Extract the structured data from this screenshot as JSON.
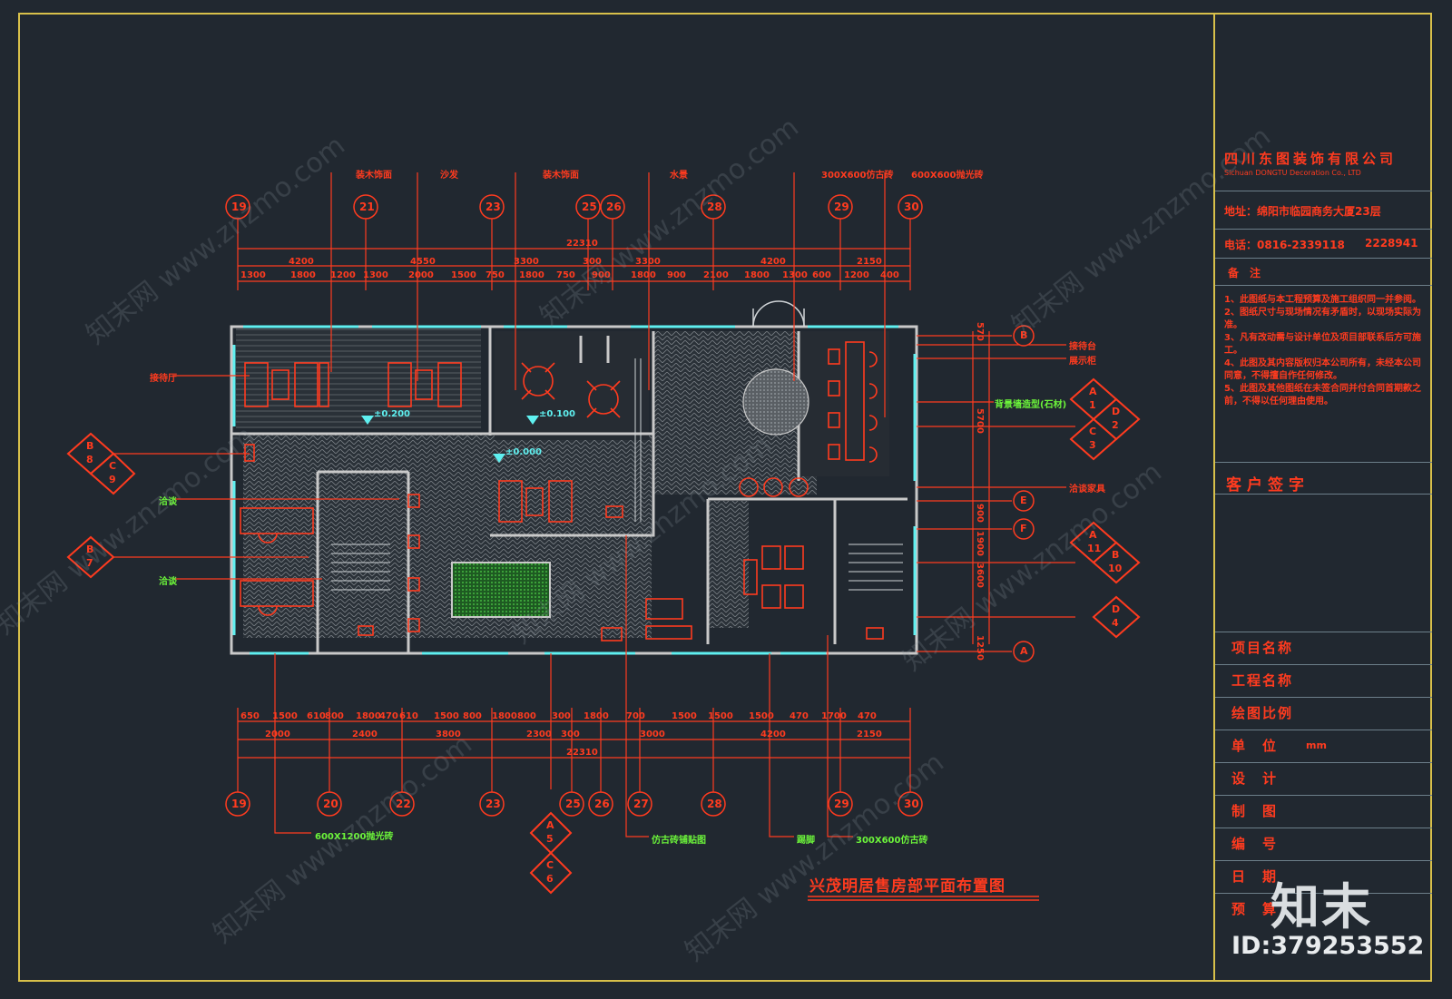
{
  "title_block": {
    "company_cn": "四川东图装饰有限公司",
    "company_en": "Sichuan DONGTU Decoration Co., LTD",
    "address": "地址：绵阳市临园商务大厦23层",
    "phone": "电话：0816-2339118",
    "phone2": "2228941",
    "remarks_label": "备　注",
    "notes": [
      "1、此图纸与本工程预算及施工组织同一并参阅。",
      "2、图纸尺寸与现场情况有矛盾时，以现场实际为准。",
      "3、凡有改动需与设计单位及项目部联系后方可施工。",
      "4、此图及其内容版权归本公司所有，未经本公司同意，不得擅自作任何修改。",
      "5、此图及其他图纸在未签合同并付合同首期款之前，不得以任何理由使用。"
    ],
    "client_sign": "客户签字",
    "fields": [
      {
        "label": "项目名称",
        "value": ""
      },
      {
        "label": "工程名称",
        "value": ""
      },
      {
        "label": "绘图比例",
        "value": ""
      },
      {
        "label": "单　位",
        "value": "mm"
      },
      {
        "label": "设　计",
        "value": ""
      },
      {
        "label": "制　图",
        "value": ""
      },
      {
        "label": "编　号",
        "value": ""
      },
      {
        "label": "日　期",
        "value": ""
      },
      {
        "label": "预　算",
        "value": ""
      }
    ]
  },
  "sheet_title": "兴茂明居售房部平面布置图",
  "logo_text": "知末",
  "id_text": "ID:379253552",
  "watermark": "知末网 www.znzmo.com",
  "grid_top": [
    "19",
    "21",
    "23",
    "25",
    "26",
    "28",
    "29",
    "30"
  ],
  "grid_bottom": [
    "19",
    "20",
    "22",
    "23",
    "25",
    "26",
    "27",
    "28",
    "29",
    "30"
  ],
  "grid_right": [
    "B",
    "E",
    "F",
    "A"
  ],
  "dims_top_total": "22310",
  "dims_top_mid": [
    "4200",
    "4550",
    "3300",
    "300",
    "3300",
    "4200",
    "2150"
  ],
  "dims_top_small": [
    "1300",
    "1800",
    "1200",
    "1300",
    "2000",
    "1500",
    "750",
    "1800",
    "750",
    "900",
    "1800",
    "900",
    "2100",
    "1800",
    "1300",
    "600",
    "1200",
    "400"
  ],
  "dims_bottom_total": "22310",
  "dims_bottom_mid": [
    "2000",
    "2400",
    "3800",
    "2300",
    "300",
    "3000",
    "4200",
    "2150"
  ],
  "dims_bottom_small": [
    "650",
    "1500",
    "610",
    "800",
    "1800",
    "470",
    "610",
    "1500",
    "800",
    "1800",
    "800",
    "300",
    "1800",
    "700",
    "1500",
    "1500",
    "1500",
    "470",
    "1700",
    "470"
  ],
  "dims_right": [
    "570",
    "5700",
    "900",
    "1900",
    "3600",
    "1250"
  ],
  "annotations_top": [
    "装木饰面",
    "沙发",
    "装木饰面",
    "水景",
    "300X600仿古砖",
    "600X600抛光砖"
  ],
  "annotations_left": [
    "接待厅",
    "洽谈",
    "洽谈"
  ],
  "annotations_right": [
    "接待台",
    "展示柜",
    "背景墙造型(石材)",
    "洽谈家具"
  ],
  "annotations_bottom": [
    "600X1200抛光砖",
    "仿古砖铺贴图",
    "踢脚",
    "300X600仿古砖"
  ],
  "levels": [
    "±0.200",
    "±0.100",
    "±0.000"
  ],
  "section_tags": [
    {
      "a": "B",
      "b": "8",
      "c": "C",
      "d": "9"
    },
    {
      "a": "B",
      "b": "7"
    },
    {
      "a": "A",
      "b": "1",
      "c": "D",
      "d": "2",
      "e": "C",
      "f": "3"
    },
    {
      "a": "A",
      "b": "11",
      "c": "B",
      "d": "10"
    },
    {
      "a": "D",
      "b": "4"
    },
    {
      "a": "A",
      "b": "5",
      "c": "C",
      "d": "6"
    }
  ],
  "colors": {
    "background": "#212830",
    "frame": "#d8c04a",
    "red": "#ff3b1f",
    "green": "#6cf53a",
    "cyan": "#5ff0f0",
    "wall": "#c9c9c9",
    "hatch": "#6a6f74"
  }
}
